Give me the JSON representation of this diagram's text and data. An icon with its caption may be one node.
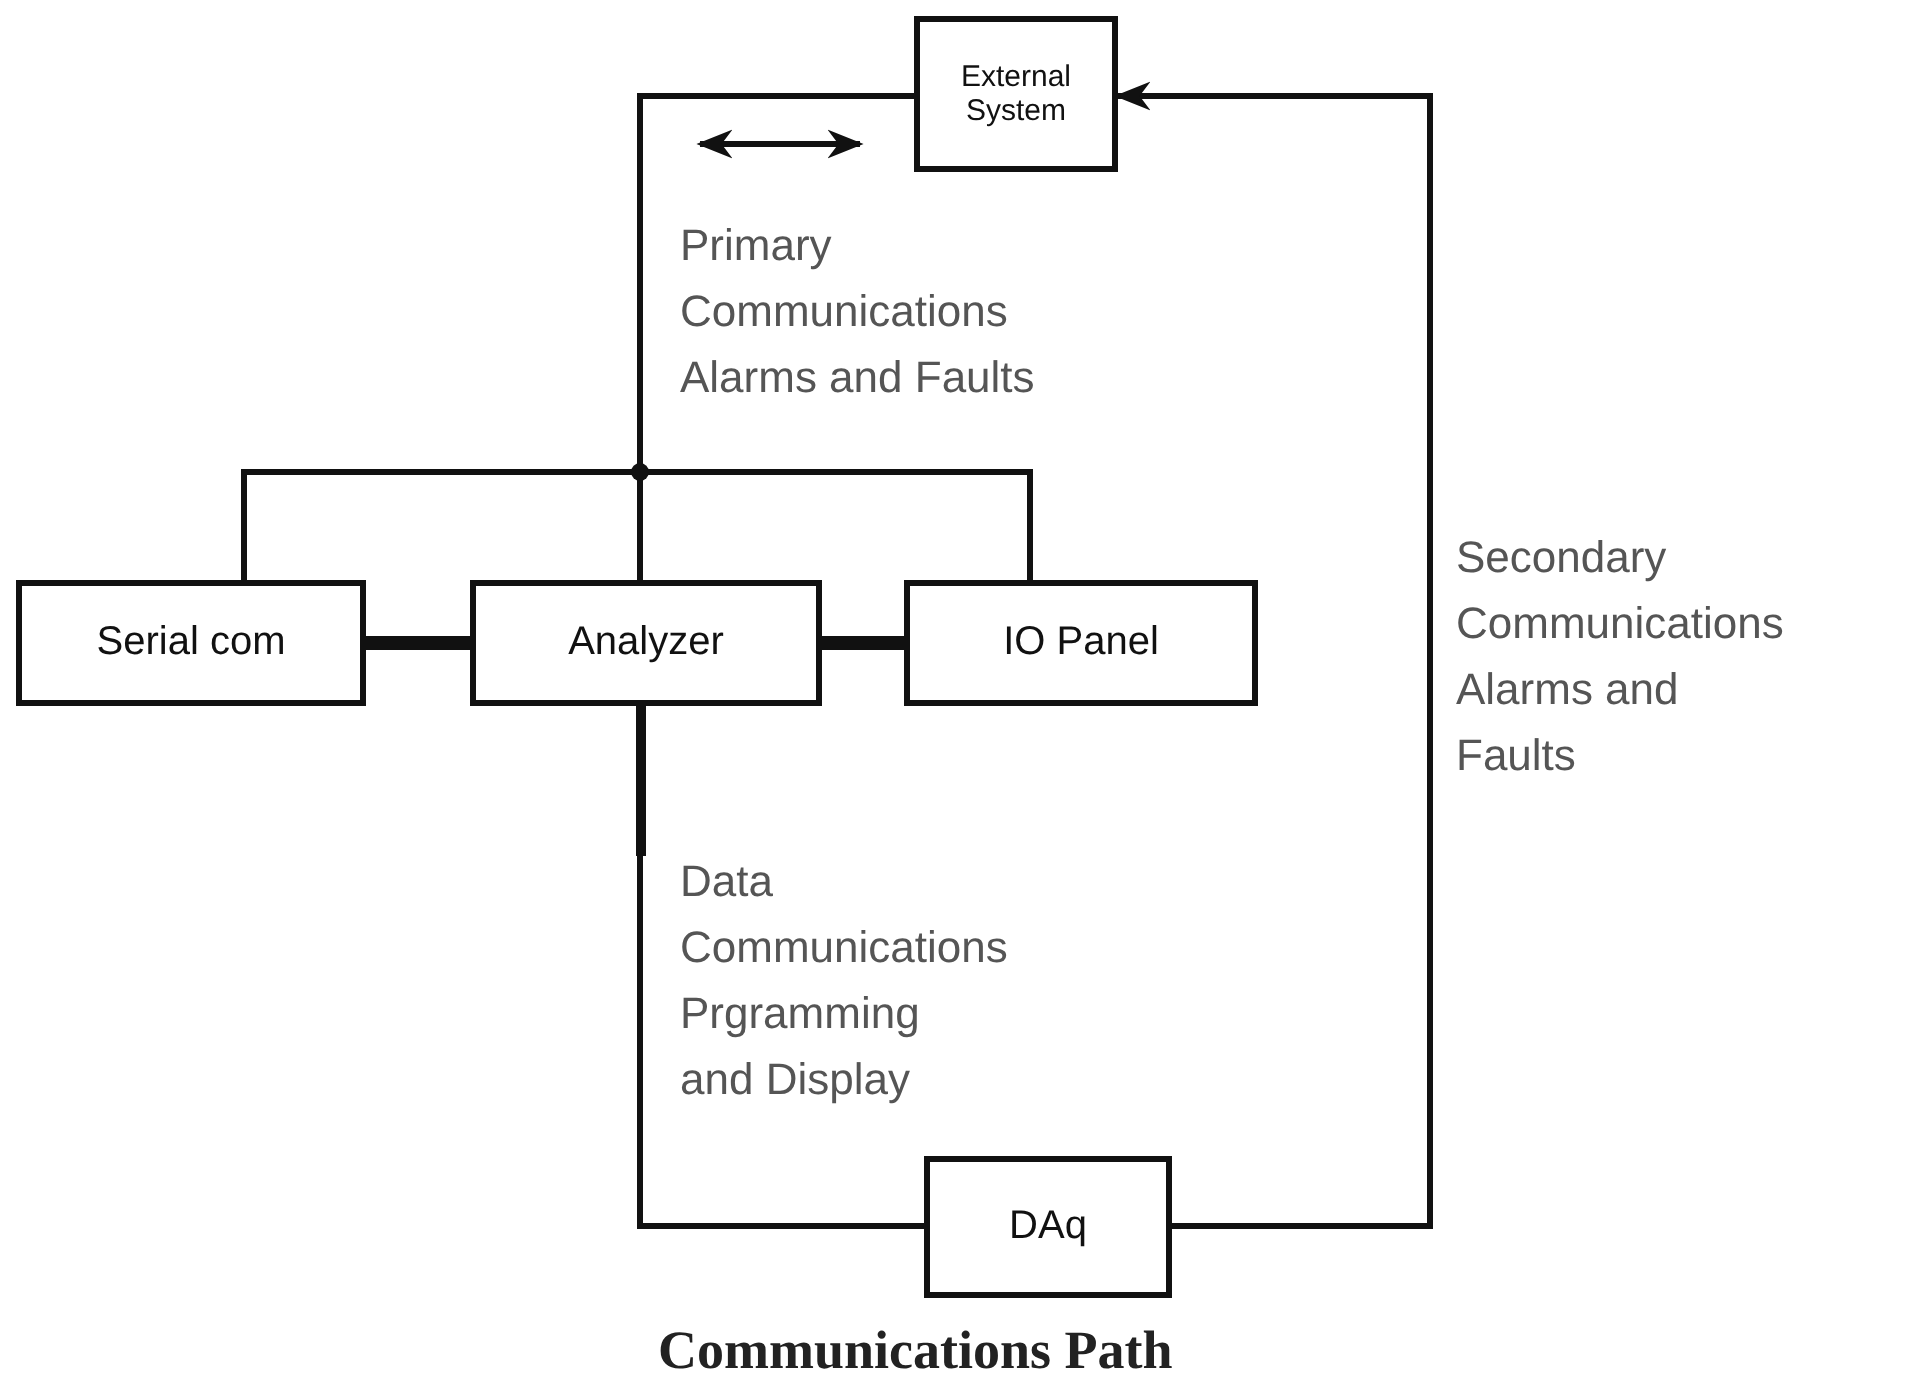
{
  "diagram": {
    "caption": "Communications Path",
    "nodes": [
      {
        "text": [
          "External System"
        ]
      },
      {
        "text": [
          "Serial com"
        ]
      },
      {
        "text": [
          "Analyzer"
        ]
      },
      {
        "text": [
          "IO Panel"
        ]
      },
      {
        "text": [
          "DAq"
        ]
      }
    ],
    "edges": [
      {
        "from": 0,
        "to": 1,
        "arrow": "none"
      },
      {
        "from": 0,
        "to": 2,
        "arrow": "none"
      },
      {
        "from": 0,
        "to": 3,
        "arrow": "none"
      },
      {
        "from": 1,
        "to": 2,
        "arrow": "none",
        "style": "thick"
      },
      {
        "from": 2,
        "to": 3,
        "arrow": "none",
        "style": "thick"
      },
      {
        "from": 2,
        "to": 4,
        "arrow": "none"
      },
      {
        "from": 4,
        "to": 0,
        "arrow": "to"
      }
    ],
    "labels": [
      "Primary Communications Alarms and Faults",
      "Secondary Communications Alarms and Faults",
      "Data Communications Prgramming and Display"
    ]
  }
}
